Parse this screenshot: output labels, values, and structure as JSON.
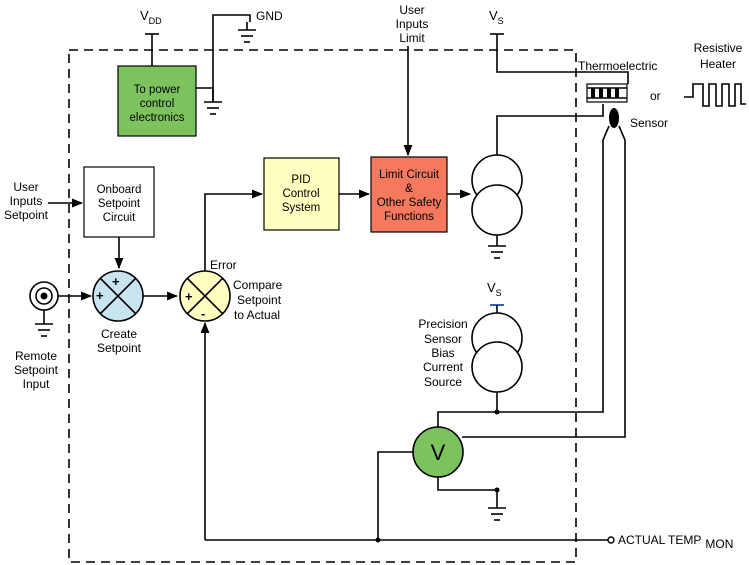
{
  "supply": {
    "vdd_main": "V",
    "vdd_sub": "DD",
    "gnd": "GND",
    "vs_main": "V",
    "vs_sub": "S"
  },
  "blocks": {
    "power": [
      "To power",
      "control",
      "electronics"
    ],
    "onboard": [
      "Onboard",
      "Setpoint",
      "Circuit"
    ],
    "pid": [
      "PID",
      "Control",
      "System"
    ],
    "limit": [
      "Limit Circuit",
      "&",
      "Other Safety",
      "Functions"
    ]
  },
  "labels": {
    "user_limit": [
      "User",
      "Inputs",
      "Limit"
    ],
    "user_setpoint": [
      "User",
      "Inputs",
      "Setpoint"
    ],
    "remote_setpoint": [
      "Remote",
      "Setpoint",
      "Input"
    ],
    "create_setpoint": [
      "Create",
      "Setpoint"
    ],
    "error": "Error",
    "compare": [
      "Compare",
      "Setpoint",
      "to Actual"
    ],
    "precision": [
      "Precision",
      "Sensor",
      "Bias",
      "Current",
      "Source"
    ],
    "thermoelectric": "Thermoelectric",
    "or": "or",
    "resistive_heater": [
      "Resistive",
      "Heater"
    ],
    "sensor": "Sensor",
    "actual_temp_main": "ACTUAL TEMP",
    "actual_temp_sub": "MON"
  },
  "symbols": {
    "plus": "+",
    "minus": "-",
    "voltmeter": "V"
  },
  "colors": {
    "power_block": "#7cc35e",
    "onboard_block": "#ffffff",
    "pid_block": "#ffffc0",
    "limit_block": "#f4795f",
    "summing_create": "#c8e4f0",
    "summing_compare": "#ffffc0",
    "voltmeter": "#7cc35e"
  }
}
